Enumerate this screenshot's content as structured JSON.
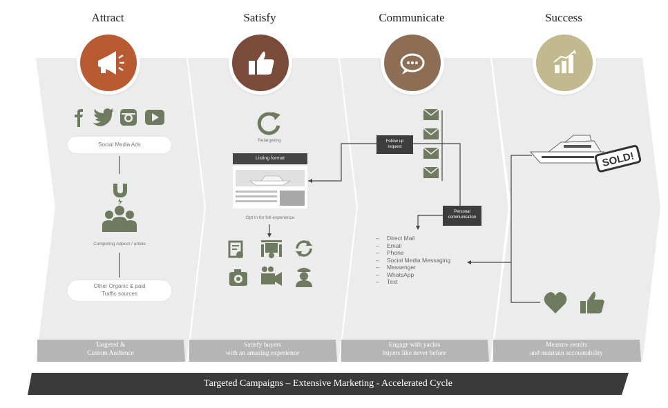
{
  "stages": [
    {
      "title": "Attract",
      "color": "#b85a32",
      "footer": [
        "Targeted &",
        "Custom Audience"
      ]
    },
    {
      "title": "Satisfy",
      "color": "#7a4a3a",
      "footer": [
        "Satisfy buyers",
        "with an amazing experience"
      ]
    },
    {
      "title": "Communicate",
      "color": "#8d6e55",
      "footer": [
        "Engage with yachts",
        "buyers like never before"
      ]
    },
    {
      "title": "Success",
      "color": "#c3b98e",
      "footer": [
        "Measure results",
        "and maintain accountability"
      ]
    }
  ],
  "attract": {
    "social_icons": [
      "facebook-icon",
      "twitter-icon",
      "instagram-icon",
      "youtube-icon"
    ],
    "social_ads": "Social Media Ads",
    "audience_label": "Competing Adpost / article",
    "other_sources": [
      "Other Organic & paid",
      "Traffic sources"
    ]
  },
  "satisfy": {
    "retargeting": "Retargeting",
    "listing_title": "Listing format",
    "opt_in": "Opt in for full experience",
    "feature_icons": [
      "document-icon",
      "drone-icon",
      "rotate-360-icon",
      "camera-icon",
      "video-camera-icon",
      "captain-icon"
    ]
  },
  "communicate": {
    "follow_up": [
      "Follow up",
      "request"
    ],
    "personal": [
      "Personal",
      "communication"
    ],
    "channels": [
      "Direct Mail",
      "Email",
      "Phone",
      "Social Media Messaging",
      "Messenger",
      "WhatsApp",
      "Text"
    ]
  },
  "success": {
    "sold_stamp": "SOLD!",
    "result_icons": [
      "heart-icon",
      "thumbs-up-icon"
    ]
  },
  "banner": "Targeted Campaigns – Extensive Marketing - Accelerated Cycle",
  "colors": {
    "panel": "#ececec",
    "icon": "#6f7b5f",
    "footer": "#b5b5b5",
    "banner": "#3a3a3a"
  }
}
